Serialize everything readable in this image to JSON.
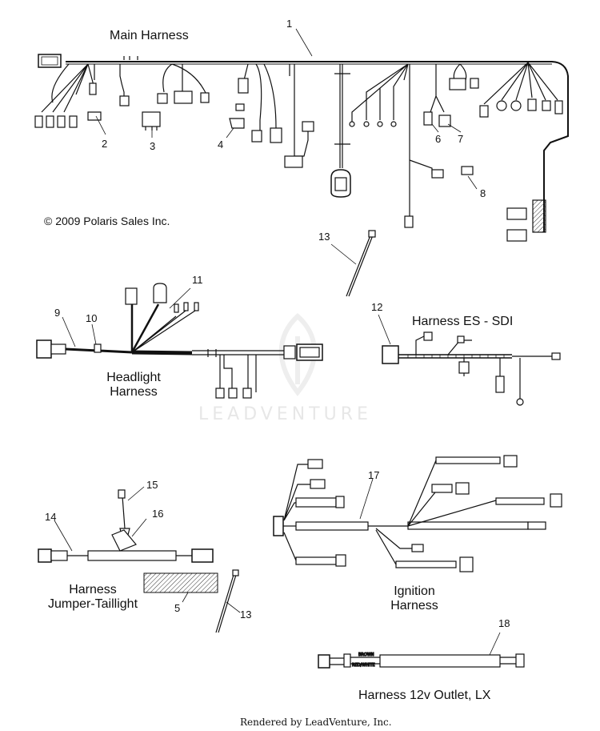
{
  "titles": {
    "main": "Main Harness",
    "es_sdi": "Harness ES - SDI",
    "headlight_1": "Headlight",
    "headlight_2": "Harness",
    "jumper_1": "Harness",
    "jumper_2": "Jumper-Taillight",
    "ignition_1": "Ignition",
    "ignition_2": "Harness",
    "outlet": "Harness 12v Outlet, LX"
  },
  "copyright": "© 2009 Polaris Sales Inc.",
  "footer": "Rendered by LeadVenture, Inc.",
  "watermark": "LEADVENTURE",
  "callouts": {
    "c1": "1",
    "c2": "2",
    "c3": "3",
    "c4": "4",
    "c5": "5",
    "c6": "6",
    "c7": "7",
    "c8": "8",
    "c9": "9",
    "c10": "10",
    "c11": "11",
    "c12": "12",
    "c13a": "13",
    "c13b": "13",
    "c14": "14",
    "c15": "15",
    "c16": "16",
    "c17": "17",
    "c18": "18"
  },
  "wire_labels": {
    "brown": "BROWN",
    "red_white": "RED/WHITE"
  },
  "colors": {
    "line": "#111111",
    "watermark": "#e7e7e7"
  }
}
